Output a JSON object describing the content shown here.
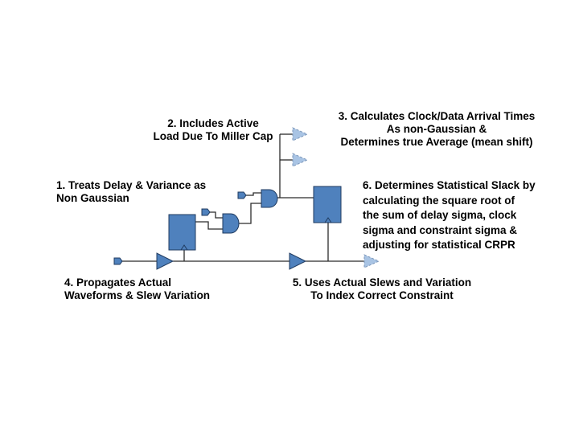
{
  "colors": {
    "fill": "#4f81bd",
    "stroke": "#1f3a5f",
    "wire": "#2b2b2b",
    "ghost_fill": "#a9c4e4",
    "ghost_stroke": "#7a95b8"
  },
  "annotations": {
    "note1": [
      "1. Treats Delay & Variance as",
      "Non Gaussian"
    ],
    "note2": [
      "2. Includes Active",
      "Load Due To Miller Cap"
    ],
    "note3": [
      "3. Calculates Clock/Data Arrival Times",
      "As non-Gaussian &",
      "Determines true Average (mean shift)"
    ],
    "note4": [
      "4. Propagates Actual",
      "Waveforms & Slew Variation"
    ],
    "note5": [
      "5. Uses Actual Slews and Variation",
      "To Index Correct Constraint"
    ],
    "note6": [
      "6. Determines Statistical Slack by",
      "calculating the square root of",
      "the sum of delay sigma, clock",
      "sigma and constraint sigma &",
      "adjusting for statistical CRPR"
    ]
  },
  "components": {
    "input_ports": [
      "input-port-main",
      "input-port-gate1",
      "input-port-gate2"
    ],
    "buffers": [
      "buffer-1",
      "buffer-2"
    ],
    "and_gates": [
      "and-gate-1",
      "and-gate-2"
    ],
    "flip_flops": [
      "flip-flop-1",
      "flip-flop-2"
    ],
    "output_ports": [
      "output-port-upper",
      "output-port-lower",
      "output-port-main"
    ]
  }
}
